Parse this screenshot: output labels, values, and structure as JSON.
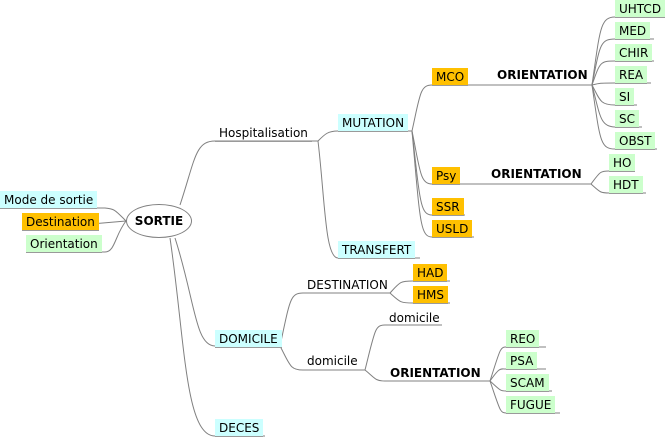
{
  "root": "SORTIE",
  "left": {
    "mode_de_sortie": "Mode de sortie",
    "destination": "Destination",
    "orientation": "Orientation"
  },
  "hospitalisation": {
    "label": "Hospitalisation",
    "mutation": {
      "label": "MUTATION",
      "mco": {
        "label": "MCO",
        "orientation_label": "ORIENTATION",
        "items": [
          "UHTCD",
          "MED",
          "CHIR",
          "REA",
          "SI",
          "SC",
          "OBST"
        ]
      },
      "psy": {
        "label": "Psy",
        "orientation_label": "ORIENTATION",
        "items": [
          "HO",
          "HDT"
        ]
      },
      "ssr": "SSR",
      "usld": "USLD"
    },
    "transfert": "TRANSFERT"
  },
  "domicile": {
    "label": "DOMICILE",
    "destination": {
      "label": "DESTINATION",
      "items": [
        "HAD",
        "HMS"
      ]
    },
    "domicile_sub": {
      "label": "domicile",
      "child": "domicile",
      "orientation_label": "ORIENTATION",
      "items": [
        "REO",
        "PSA",
        "SCAM",
        "FUGUE"
      ]
    }
  },
  "deces": "DECES"
}
